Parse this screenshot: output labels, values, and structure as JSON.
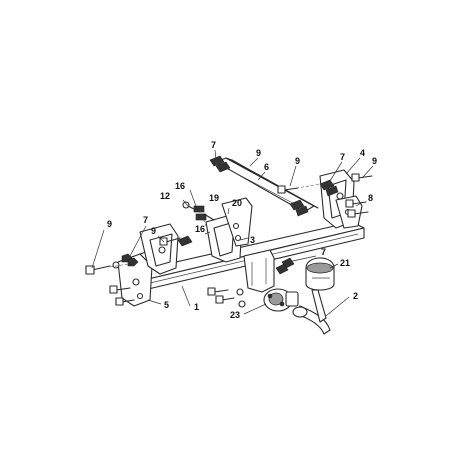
{
  "diagram": {
    "callouts": [
      "7",
      "9",
      "6",
      "9",
      "7",
      "4",
      "9",
      "16",
      "12",
      "19",
      "20",
      "8",
      "9",
      "7",
      "9",
      "16",
      "3",
      "7",
      "21",
      "5",
      "1",
      "2",
      "23"
    ]
  },
  "colors": {
    "line": "#2b2b2b",
    "background": "#ffffff"
  }
}
